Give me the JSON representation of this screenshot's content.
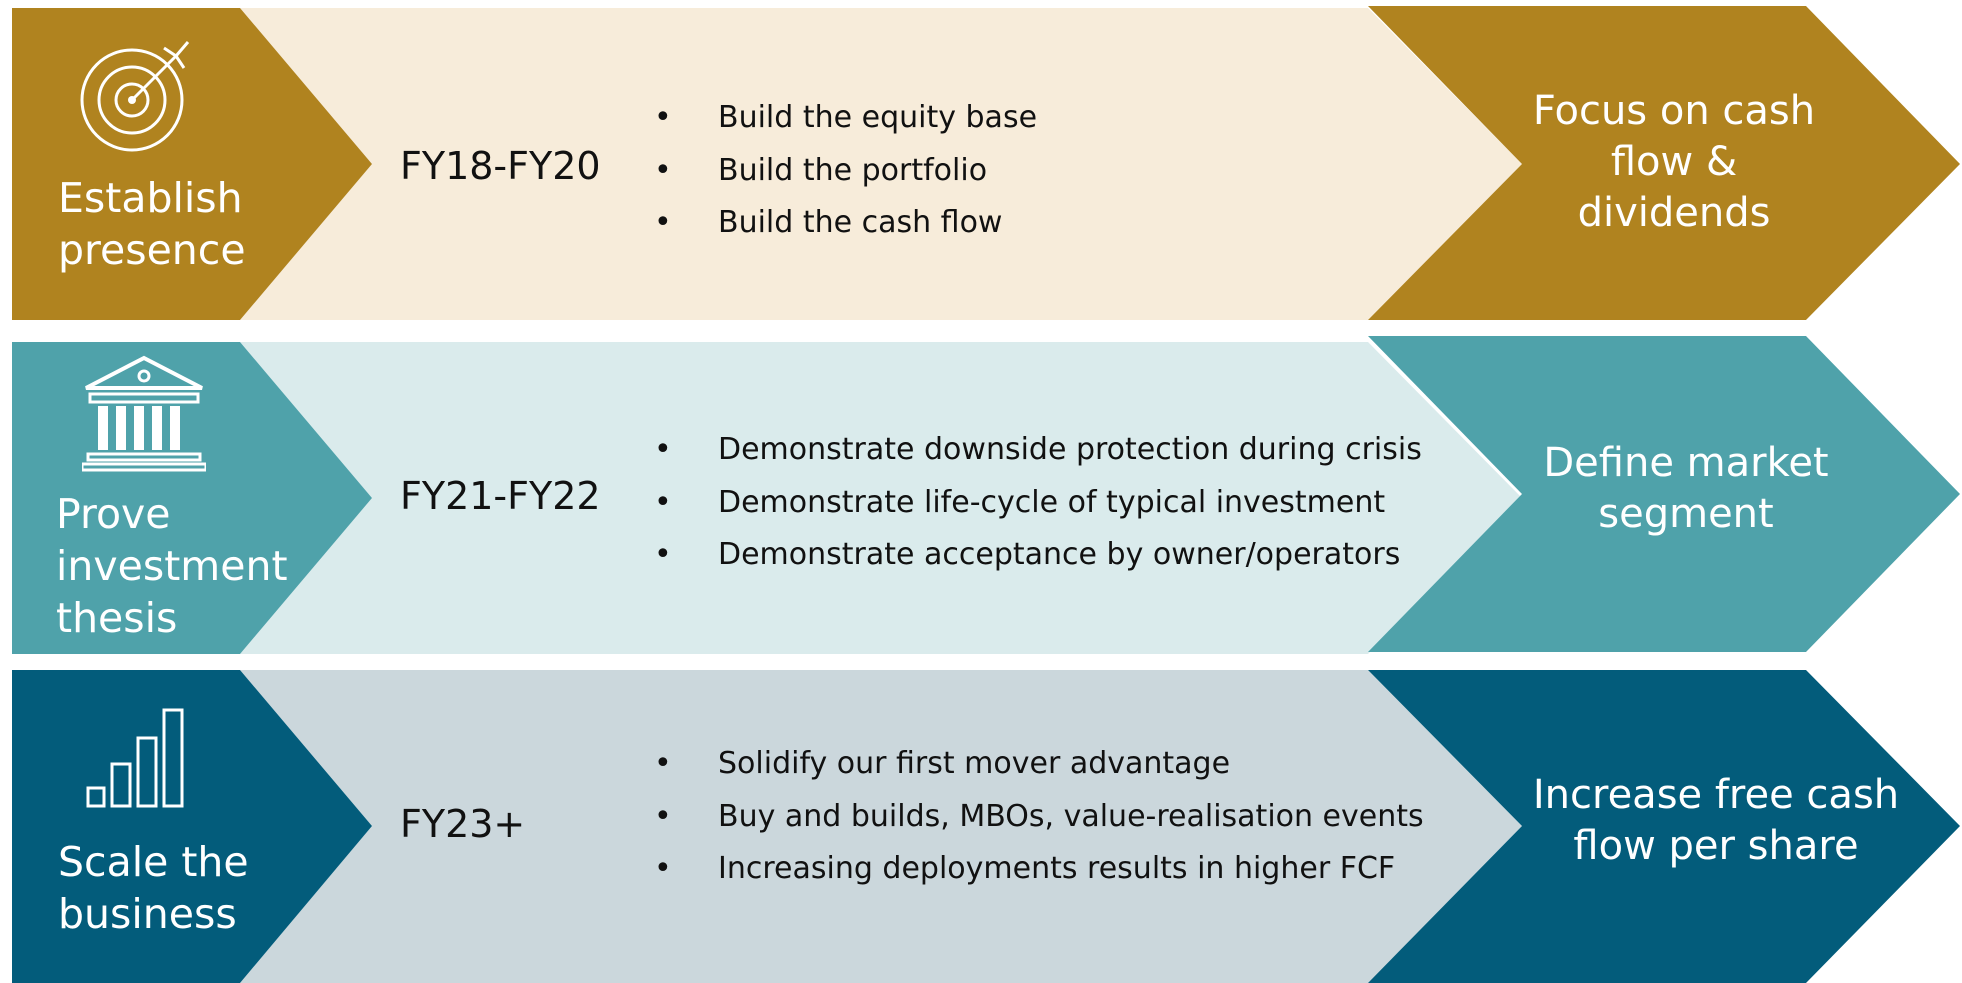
{
  "rows": [
    {
      "label": [
        "Establish",
        "presence"
      ],
      "period": "FY18-FY20",
      "bullets": [
        "Build the equity base",
        "Build the portfolio",
        "Build the cash flow"
      ],
      "goal": [
        "Focus on cash",
        "flow &",
        "dividends"
      ],
      "icon": "target-icon",
      "colors": {
        "dark": "#B0831F",
        "light": "#F7ECDA"
      }
    },
    {
      "label": [
        "Prove",
        "investment",
        "thesis"
      ],
      "period": "FY21-FY22",
      "bullets": [
        "Demonstrate downside protection during crisis",
        "Demonstrate life-cycle of typical investment",
        "Demonstrate acceptance by owner/operators"
      ],
      "goal": [
        "Define market",
        "segment"
      ],
      "icon": "bank-building-icon",
      "colors": {
        "dark": "#4FA2AA",
        "light": "#DAEBEC"
      }
    },
    {
      "label": [
        "Scale the",
        "business"
      ],
      "period": "FY23+",
      "bullets": [
        "Solidify our first mover advantage",
        "Buy and builds, MBOs, value-realisation events",
        "Increasing deployments results in higher FCF"
      ],
      "goal": [
        "Increase free cash",
        "flow per share"
      ],
      "icon": "bar-chart-icon",
      "colors": {
        "dark": "#035C7B",
        "light": "#CBD7DC"
      }
    }
  ]
}
